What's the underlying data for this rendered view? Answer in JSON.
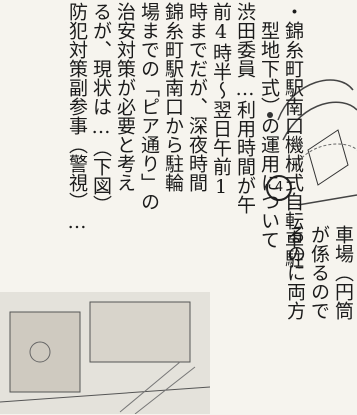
{
  "article": {
    "lines": [
      "・錦糸町駅南口機械式自転車駐",
      "　型地下式）の運用について",
      "渋田委員…利用時間が午",
      "前4時半～翌日午前1",
      "時までだが、深夜時間",
      "錦糸町駅南口から駐輪",
      "場までの「ピア通り」の",
      "治安対策が必要と考え",
      "るが、現状は…（下図）",
      "防犯対策副参事（警視）…"
    ]
  },
  "side_article": {
    "lines": [
      "車場（円筒",
      "が係るので",
      "るのに両方"
    ]
  },
  "map": {
    "marker": "4"
  }
}
